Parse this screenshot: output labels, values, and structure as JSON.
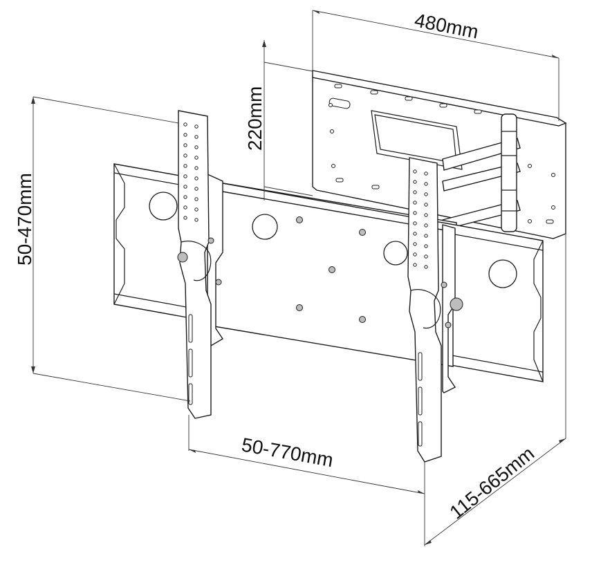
{
  "diagram": {
    "dimensions": {
      "top_width": "480mm",
      "arm_depth": "220mm",
      "vertical_range": "50-470mm",
      "horizontal_range": "50-770mm",
      "extension_range": "115-665mm"
    }
  }
}
